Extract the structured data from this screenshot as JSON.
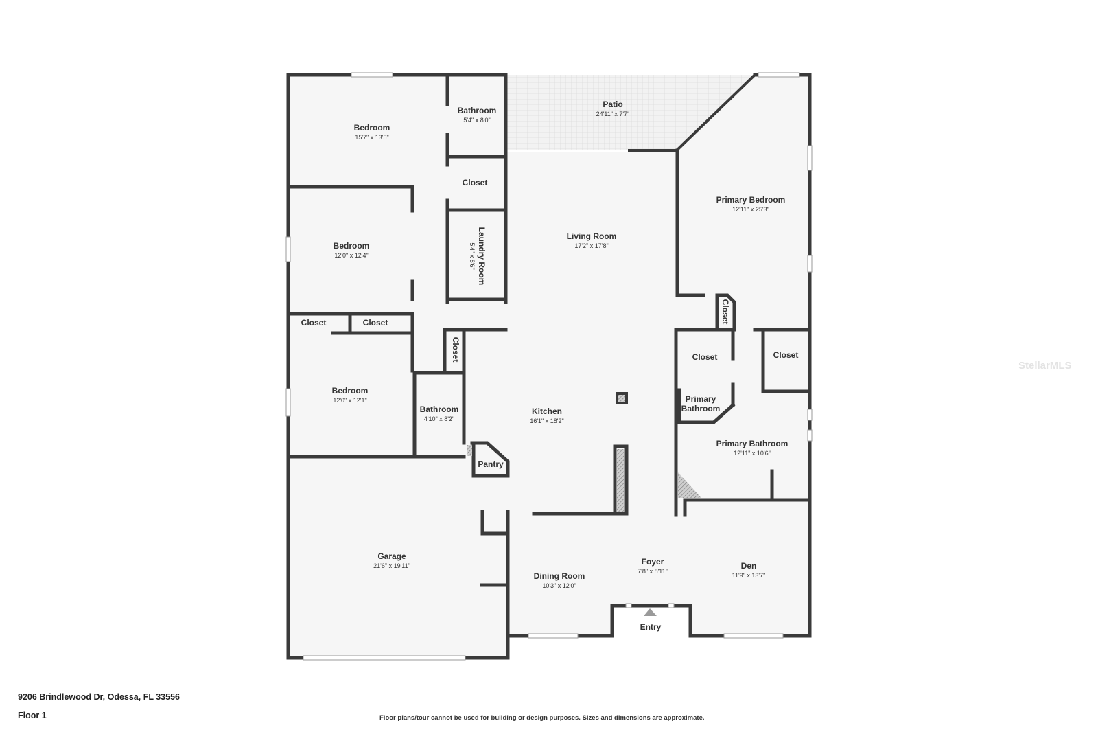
{
  "rooms": {
    "bedroom_1": {
      "name": "Bedroom",
      "dim": "15'7\" x 13'5\""
    },
    "bathroom_1": {
      "name": "Bathroom",
      "dim": "5'4\" x 8'0\""
    },
    "patio": {
      "name": "Patio",
      "dim": "24'11\" x 7'7\""
    },
    "closet_1": {
      "name": "Closet"
    },
    "primary_bedroom": {
      "name": "Primary Bedroom",
      "dim": "12'11\" x 25'3\""
    },
    "bedroom_2": {
      "name": "Bedroom",
      "dim": "12'0\" x 12'4\""
    },
    "laundry_room": {
      "name": "Laundry Room",
      "dim": "5'4\" x 8'6\""
    },
    "living_room": {
      "name": "Living Room",
      "dim": "17'2\" x 17'8\""
    },
    "closet_2": {
      "name": "Closet"
    },
    "closet_3": {
      "name": "Closet"
    },
    "closet_4": {
      "name": "Closet"
    },
    "closet_5": {
      "name": "Closet"
    },
    "closet_6": {
      "name": "Closet"
    },
    "closet_7": {
      "name": "Closet"
    },
    "bedroom_3": {
      "name": "Bedroom",
      "dim": "12'0\" x 12'1\""
    },
    "bathroom_2": {
      "name": "Bathroom",
      "dim": "4'10\" x 8'2\""
    },
    "kitchen": {
      "name": "Kitchen",
      "dim": "16'1\" x 18'2\""
    },
    "primary_bathroom_small": {
      "line1": "Primary",
      "line2": "Bathroom"
    },
    "primary_bathroom": {
      "name": "Primary Bathroom",
      "dim": "12'11\" x 10'6\""
    },
    "pantry": {
      "name": "Pantry"
    },
    "garage": {
      "name": "Garage",
      "dim": "21'6\" x 19'11\""
    },
    "dining_room": {
      "name": "Dining Room",
      "dim": "10'3\" x 12'0\""
    },
    "foyer": {
      "name": "Foyer",
      "dim": "7'8\" x 8'11\""
    },
    "den": {
      "name": "Den",
      "dim": "11'9\" x 13'7\""
    },
    "entry": {
      "name": "Entry"
    }
  },
  "footer": {
    "address": "9206 Brindlewood Dr, Odessa, FL 33556",
    "floor": "Floor 1",
    "disclaimer": "Floor plans/tour cannot be used for building or design purposes. Sizes and dimensions are approximate."
  },
  "watermark": "StellarMLS",
  "colors": {
    "wall": "#3a3a3a",
    "floor": "#f6f6f6",
    "patio": "#ececec",
    "window": "#cfcfcf"
  }
}
